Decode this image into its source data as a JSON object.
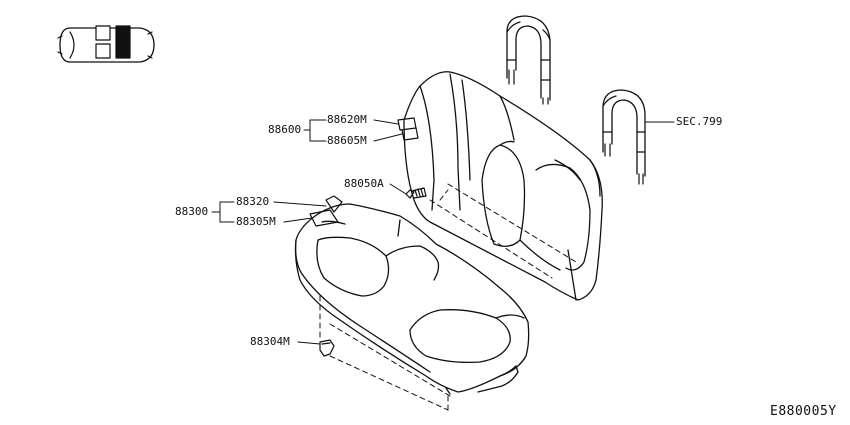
{
  "labels": {
    "p88600": "88600",
    "p88620M": "88620M",
    "p88605M": "88605M",
    "p88050A": "88050A",
    "p88300": "88300",
    "p88320": "88320",
    "p88305M": "88305M",
    "p88304M": "88304M",
    "sec799": "SEC.799"
  },
  "diagram_code": "E880005Y",
  "colors": {
    "line": "#111111",
    "background": "#ffffff"
  }
}
